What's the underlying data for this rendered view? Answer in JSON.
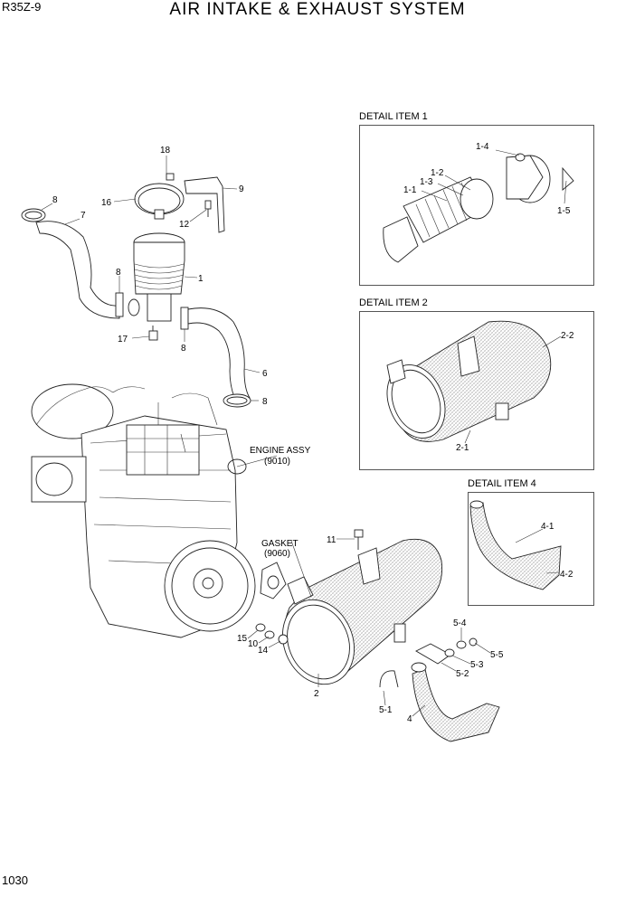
{
  "header": {
    "model": "R35Z-9",
    "title": "AIR INTAKE & EXHAUST SYSTEM"
  },
  "page_number": "1030",
  "details": {
    "item1": {
      "title": "DETAIL ITEM 1"
    },
    "item2": {
      "title": "DETAIL ITEM 2"
    },
    "item4": {
      "title": "DETAIL ITEM 4"
    }
  },
  "labels": {
    "engine_assy": "ENGINE ASSY",
    "engine_assy_ref": "(9010)",
    "gasket": "GASKET",
    "gasket_ref": "(9060)"
  },
  "callouts": {
    "p18": "18",
    "p16": "16",
    "p9": "9",
    "p12": "12",
    "p8a": "8",
    "p7": "7",
    "p8b": "8",
    "p1": "1",
    "p8c": "8",
    "p17": "17",
    "p6": "6",
    "p8d": "8",
    "d1_4": "1-4",
    "d1_2": "1-2",
    "d1_3": "1-3",
    "d1_1": "1-1",
    "d1_5": "1-5",
    "d2_2": "2-2",
    "d2_1": "2-1",
    "d4_1": "4-1",
    "d4_2": "4-2",
    "p11": "11",
    "p15": "15",
    "p10": "10",
    "p14": "14",
    "p2": "2",
    "p5_4": "5-4",
    "p5_5": "5-5",
    "p5_3": "5-3",
    "p5_2": "5-2",
    "p5_1": "5-1",
    "p4": "4"
  }
}
